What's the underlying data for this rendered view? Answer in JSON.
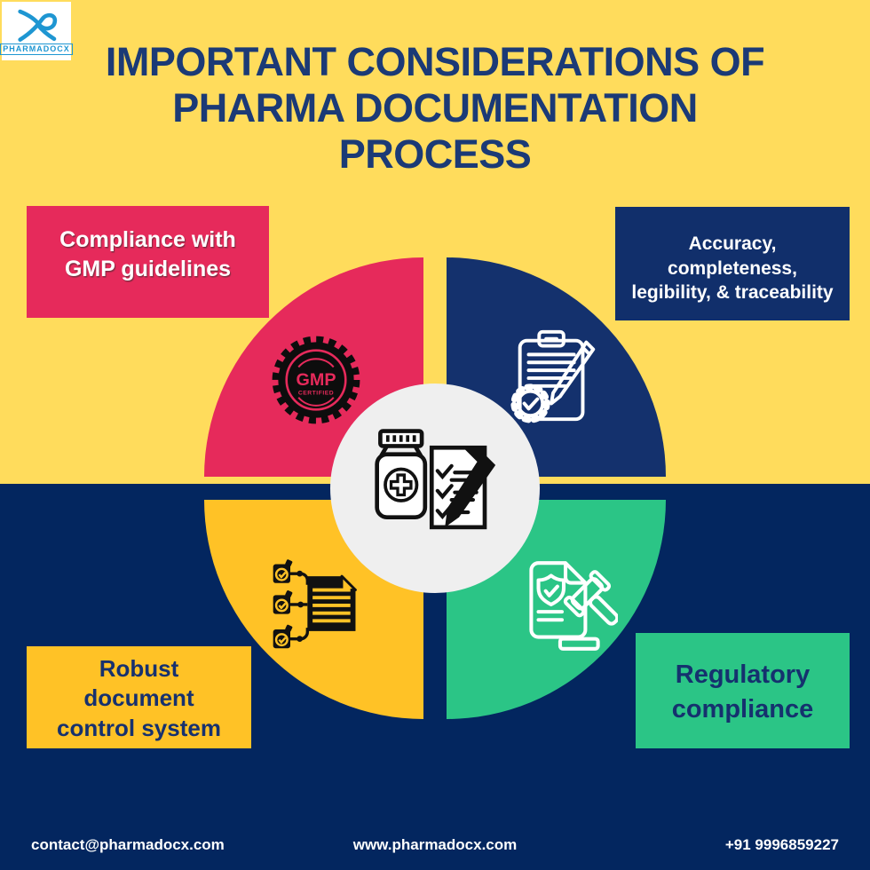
{
  "brand": {
    "name": "PHARMADOCX",
    "logo_icon": "xd-monogram-icon"
  },
  "title": {
    "lines": [
      "IMPORTANT CONSIDERATIONS OF",
      "PHARMA DOCUMENTATION",
      "PROCESS"
    ]
  },
  "labels": {
    "gmp": {
      "lines": [
        "Compliance with",
        "GMP guidelines"
      ]
    },
    "accuracy": {
      "lines": [
        "Accuracy,",
        "completeness,",
        "legibility, & traceability"
      ]
    },
    "document_control": {
      "lines": [
        "Robust",
        "document",
        "control system"
      ]
    },
    "regulatory": {
      "lines": [
        "Regulatory",
        "compliance"
      ]
    }
  },
  "diagram": {
    "badge": {
      "title": "GMP",
      "subtitle": "CERTIFIED"
    },
    "segments": [
      {
        "name": "compliance-with-gmp-guidelines",
        "color": "#E62A5B",
        "icon": "gmp-certified-badge-icon"
      },
      {
        "name": "accuracy-completeness-legibility-traceability",
        "color": "#14316D",
        "icon": "clipboard-pencil-gear-icon"
      },
      {
        "name": "robust-document-control-system",
        "color": "#FFC226",
        "icon": "document-version-control-icon"
      },
      {
        "name": "regulatory-compliance",
        "color": "#2BC586",
        "icon": "shield-document-gavel-icon"
      }
    ],
    "center_icon": "medicine-bottle-checklist-pen-icon",
    "center_circle_color": "#EFEFEF"
  },
  "footer": {
    "email": "contact@pharmadocx.com",
    "website": "www.pharmadocx.com",
    "phone": "+91 9996859227"
  },
  "colors": {
    "background_top": "#FFDC5C",
    "background_bottom": "#03265F",
    "title_text": "#1B3A76",
    "pink": "#E62A5B",
    "navy_box": "#112F6B",
    "orange": "#FFC226",
    "green": "#2BC586",
    "logo_blue": "#1E96D2"
  }
}
